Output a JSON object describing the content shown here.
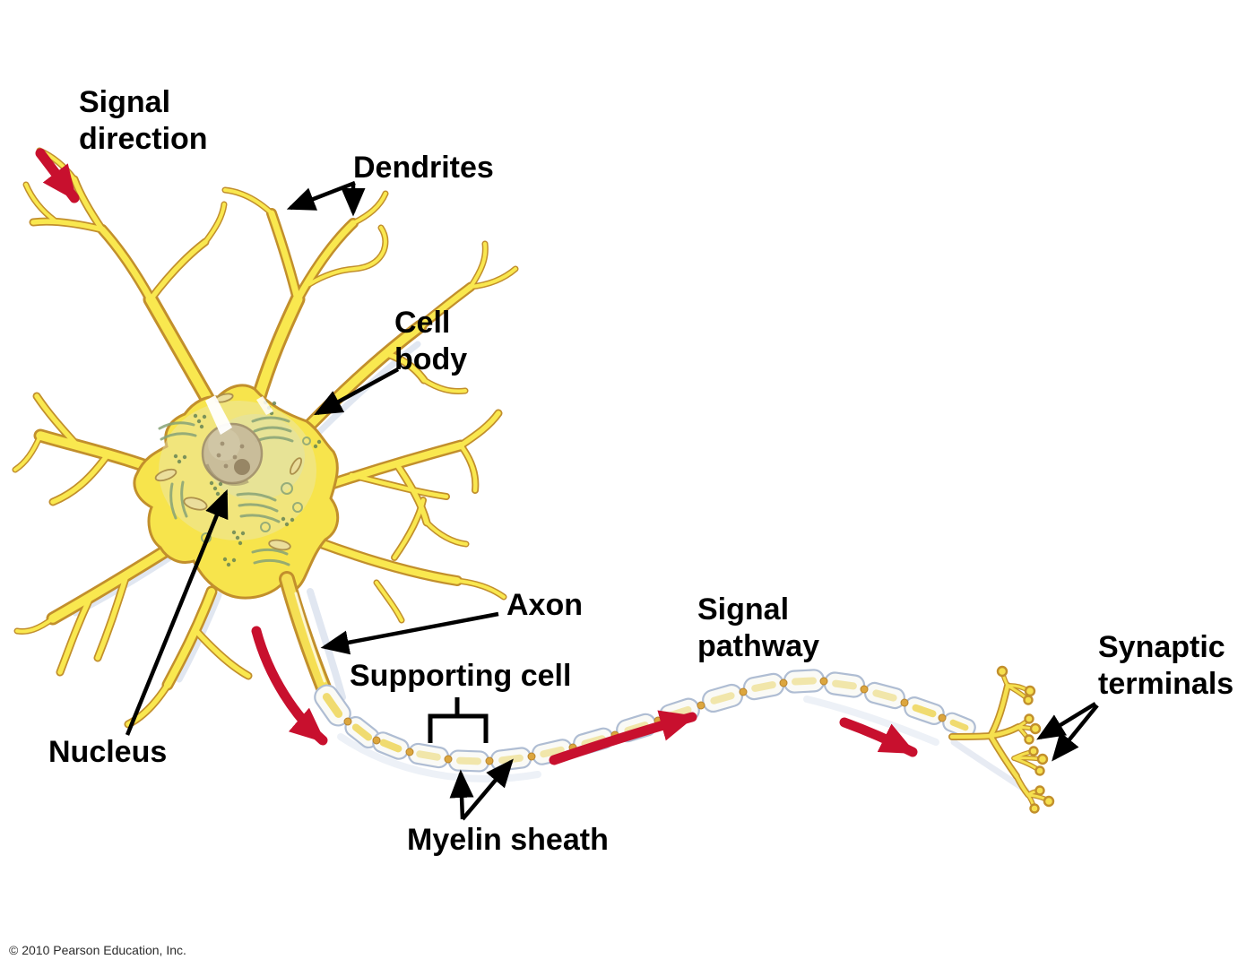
{
  "figure": {
    "type": "labeled-diagram",
    "subject": "Structure of a motor neuron",
    "labels": {
      "signal_direction": "Signal\ndirection",
      "dendrites": "Dendrites",
      "cell_body": "Cell\nbody",
      "nucleus": "Nucleus",
      "axon": "Axon",
      "supporting_cell": "Supporting cell",
      "myelin_sheath": "Myelin sheath",
      "signal_pathway": "Signal\npathway",
      "synaptic_terminals": "Synaptic\nterminals"
    },
    "credit": "© 2010 Pearson Education, Inc.",
    "colors": {
      "neuron_yellow": "#F9E84F",
      "neuron_outline": "#C28F2C",
      "signal_arrow_red": "#C8102E",
      "label_black": "#000000",
      "myelin_stroke": "#AFBDD3",
      "node_orange": "#DCA63E",
      "background": "#FFFFFF"
    }
  }
}
